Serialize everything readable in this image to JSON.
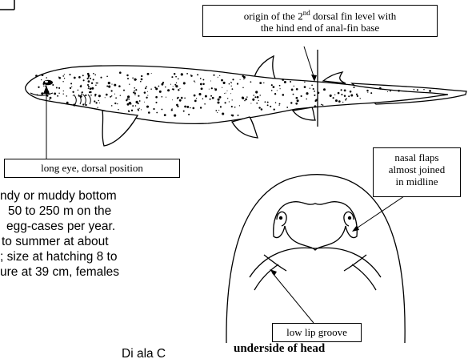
{
  "callouts": {
    "dorsal_fin_origin": {
      "line1_pre": "origin of the 2",
      "line1_sup": "nd",
      "line1_post": " dorsal fin level with",
      "line2": "the hind end of anal-fin base"
    },
    "eye": "long eye, dorsal position",
    "nasal_flaps": [
      "nasal flaps",
      "almost joined",
      "in midline"
    ],
    "lip_groove": "low lip groove"
  },
  "caption": "underside of head",
  "body_text": [
    "ndy or muddy bottom",
    "50 to 250 m on the",
    "egg-cases per year.",
    "to summer at about",
    "; size at hatching 8 to",
    "ure at 39 cm, females"
  ],
  "bottom_fragment": "Di  ala  C"
}
